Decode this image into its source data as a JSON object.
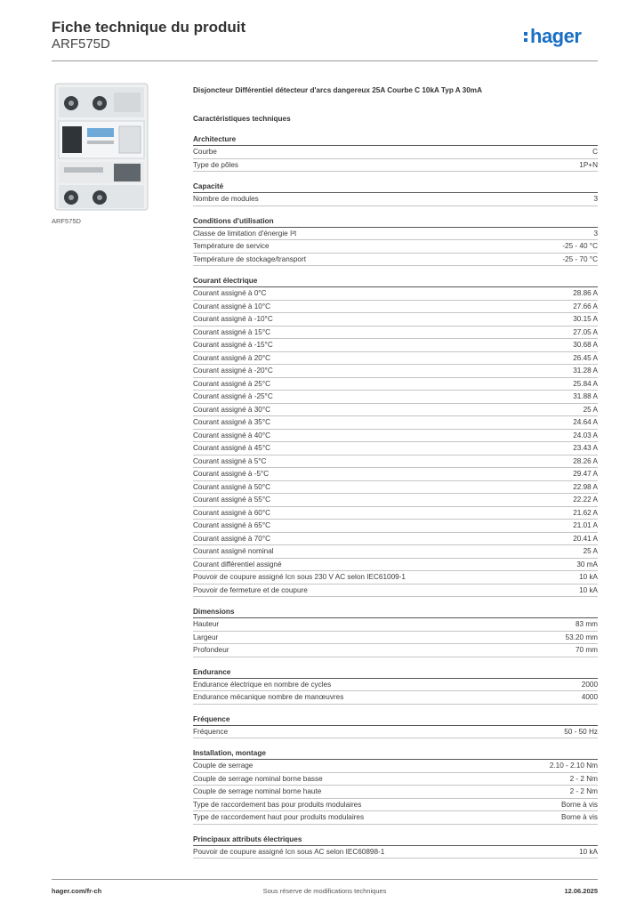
{
  "header": {
    "title": "Fiche technique du produit",
    "subtitle": "ARF575D",
    "logo_text": "hager",
    "logo_color": "#1a6fc4"
  },
  "image_caption": "ARF575D",
  "product_description": "Disjoncteur Différentiel détecteur d'arcs dangereux 25A Courbe C 10kA Typ A 30mA",
  "tech_title": "Caractéristiques techniques",
  "sections": [
    {
      "title": "Architecture",
      "rows": [
        {
          "label": "Courbe",
          "value": "C"
        },
        {
          "label": "Type de pôles",
          "value": "1P+N"
        }
      ]
    },
    {
      "title": "Capacité",
      "rows": [
        {
          "label": "Nombre de modules",
          "value": "3"
        }
      ]
    },
    {
      "title": "Conditions d'utilisation",
      "rows": [
        {
          "label": "Classe de limitation d'énergie I²t",
          "value": "3"
        },
        {
          "label": "Température de service",
          "value": "-25 - 40 °C"
        },
        {
          "label": "Température de stockage/transport",
          "value": "-25 - 70 °C"
        }
      ]
    },
    {
      "title": "Courant électrique",
      "rows": [
        {
          "label": "Courant assigné à 0°C",
          "value": "28.86 A"
        },
        {
          "label": "Courant assigné à 10°C",
          "value": "27.66 A"
        },
        {
          "label": "Courant assigné à -10°C",
          "value": "30.15 A"
        },
        {
          "label": "Courant assigné à 15°C",
          "value": "27.05 A"
        },
        {
          "label": "Courant assigné à -15°C",
          "value": "30.68 A"
        },
        {
          "label": "Courant assigné à 20°C",
          "value": "26.45 A"
        },
        {
          "label": "Courant assigné à -20°C",
          "value": "31.28 A"
        },
        {
          "label": "Courant assigné à 25°C",
          "value": "25.84 A"
        },
        {
          "label": "Courant assigné à -25°C",
          "value": "31.88 A"
        },
        {
          "label": "Courant assigné à 30°C",
          "value": "25 A"
        },
        {
          "label": "Courant assigné à 35°C",
          "value": "24.64 A"
        },
        {
          "label": "Courant assigné à 40°C",
          "value": "24.03 A"
        },
        {
          "label": "Courant assigné à 45°C",
          "value": "23.43 A"
        },
        {
          "label": "Courant assigné à 5°C",
          "value": "28.26 A"
        },
        {
          "label": "Courant assigné à -5°C",
          "value": "29.47 A"
        },
        {
          "label": "Courant assigné à 50°C",
          "value": "22.98 A"
        },
        {
          "label": "Courant assigné à 55°C",
          "value": "22.22 A"
        },
        {
          "label": "Courant assigné à 60°C",
          "value": "21.62 A"
        },
        {
          "label": "Courant assigné à 65°C",
          "value": "21.01 A"
        },
        {
          "label": "Courant assigné à 70°C",
          "value": "20.41 A"
        },
        {
          "label": "Courant assigné nominal",
          "value": "25 A"
        },
        {
          "label": "Courant différentiel assigné",
          "value": "30 mA"
        },
        {
          "label": "Pouvoir de coupure assigné Icn sous 230 V AC selon IEC61009-1",
          "value": "10 kA"
        },
        {
          "label": "Pouvoir de fermeture et de coupure",
          "value": "10 kA"
        }
      ]
    },
    {
      "title": "Dimensions",
      "rows": [
        {
          "label": "Hauteur",
          "value": "83 mm"
        },
        {
          "label": "Largeur",
          "value": "53.20 mm"
        },
        {
          "label": "Profondeur",
          "value": "70 mm"
        }
      ]
    },
    {
      "title": "Endurance",
      "rows": [
        {
          "label": "Endurance électrique en nombre de cycles",
          "value": "2000"
        },
        {
          "label": "Endurance mécanique nombre de manœuvres",
          "value": "4000"
        }
      ]
    },
    {
      "title": "Fréquence",
      "rows": [
        {
          "label": "Fréquence",
          "value": "50 - 50 Hz"
        }
      ]
    },
    {
      "title": "Installation, montage",
      "rows": [
        {
          "label": "Couple de serrage",
          "value": "2.10 - 2.10 Nm"
        },
        {
          "label": "Couple de serrage nominal borne basse",
          "value": "2 - 2 Nm"
        },
        {
          "label": "Couple de serrage nominal borne haute",
          "value": "2 - 2 Nm"
        },
        {
          "label": "Type de raccordement bas pour produits modulaires",
          "value": "Borne à vis"
        },
        {
          "label": "Type de raccordement haut pour produits modulaires",
          "value": "Borne à vis"
        }
      ]
    },
    {
      "title": "Principaux attributs électriques",
      "rows": [
        {
          "label": "Pouvoir de coupure assigné Icn sous AC selon IEC60898-1",
          "value": "10 kA"
        }
      ]
    }
  ],
  "footer": {
    "left": "hager.com/fr-ch",
    "center": "Sous réserve de modifications techniques",
    "right": "12.06.2025"
  }
}
